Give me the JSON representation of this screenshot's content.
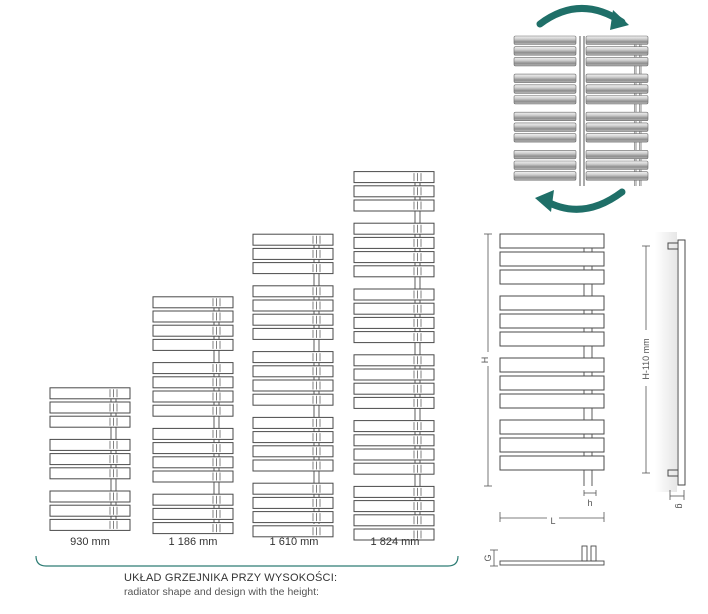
{
  "heights": [
    {
      "label": "930 mm"
    },
    {
      "label": "1 186 mm"
    },
    {
      "label": "1 610 mm"
    },
    {
      "label": "1 824 mm"
    }
  ],
  "caption": {
    "title": "UKŁAD GRZEJNIKA PRZY WYSOKOŚCI:",
    "subtitle": "radiator shape and design with the height:"
  },
  "dimensions": {
    "height": "H",
    "length": "L",
    "pipe_spacing": "h",
    "depth": "g",
    "side_height": "H-110 mm",
    "bottom_depth": "G"
  },
  "colors": {
    "arrow": "#1f6f68",
    "bracket": "#2d7c74",
    "outline": "#4a4a4a"
  }
}
